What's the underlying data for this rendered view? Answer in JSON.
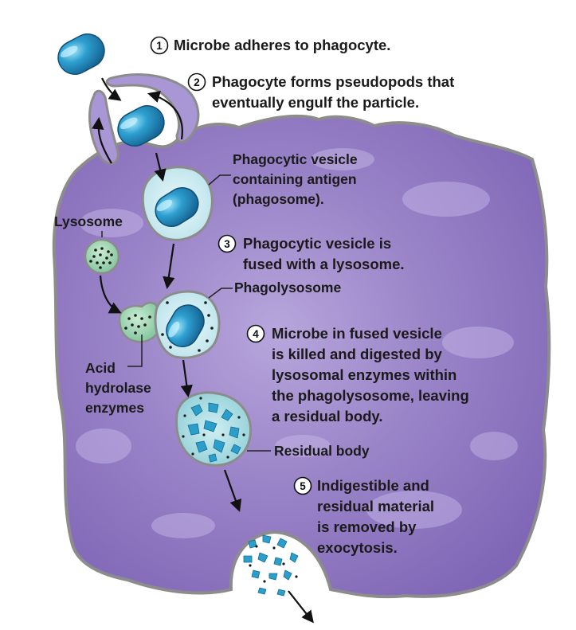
{
  "steps": [
    {
      "number": "1",
      "lines": [
        "Microbe adheres to phagocyte."
      ]
    },
    {
      "number": "2",
      "lines": [
        "Phagocyte forms pseudopods that",
        "eventually engulf the particle."
      ]
    },
    {
      "number": "3",
      "lines": [
        "Phagocytic vesicle is",
        "fused with a lysosome."
      ]
    },
    {
      "number": "4",
      "lines": [
        "Microbe in fused vesicle",
        "is killed and digested by",
        "lysosomal enzymes within",
        "the phagolysosome, leaving",
        "a residual body."
      ]
    },
    {
      "number": "5",
      "lines": [
        "Indigestible and",
        "residual material",
        "is removed by",
        "exocytosis."
      ]
    }
  ],
  "labels": {
    "phagosome": [
      "Phagocytic vesicle",
      "containing antigen",
      "(phagosome)."
    ],
    "lysosome": "Lysosome",
    "phagolysosome": "Phagolysosome",
    "acid_hydrolase": [
      "Acid",
      "hydrolase",
      "enzymes"
    ],
    "residual_body": "Residual body"
  },
  "colors": {
    "cell_fill": "#9b84c8",
    "cell_outline": "#8a8a8a",
    "microbe": "#2a8fc0",
    "lysosome": "#9fd6b4",
    "vesicle": "#d8f0f4"
  }
}
